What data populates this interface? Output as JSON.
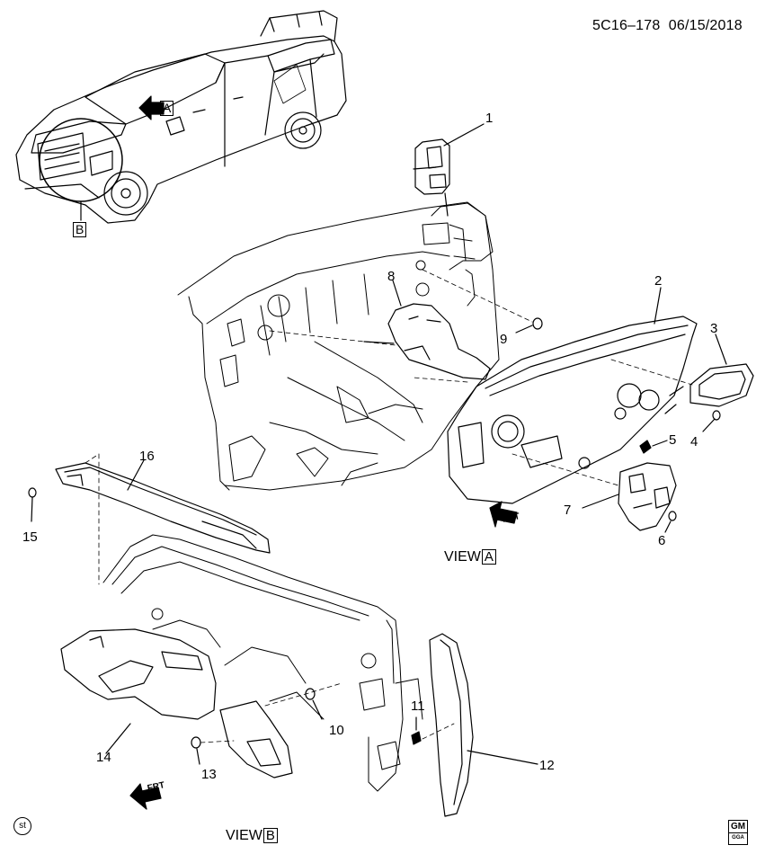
{
  "header": {
    "ref_code": "5C16–178",
    "date": "06/15/2018"
  },
  "callouts": [
    "1",
    "2",
    "3",
    "4",
    "5",
    "6",
    "7",
    "8",
    "9",
    "10",
    "11",
    "12",
    "13",
    "14",
    "15",
    "16"
  ],
  "view_labels": {
    "a": {
      "text": "VIEW",
      "letter": "A"
    },
    "b": {
      "text": "VIEW",
      "letter": "B"
    }
  },
  "truck_markers": {
    "a": "A",
    "b": "B"
  },
  "frt_label": "FRT",
  "footer": {
    "st_mark": "st",
    "logo_top": "GM",
    "logo_bottom": "GGA"
  }
}
